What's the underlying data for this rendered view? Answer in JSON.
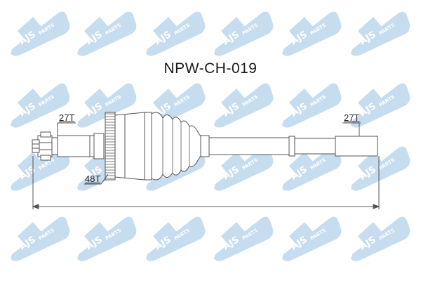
{
  "part_number": "NPW-CH-019",
  "labels": {
    "left_spline": "27T",
    "right_spline": "27T",
    "abs_ring": "48T"
  },
  "watermark": {
    "brand": "AJS",
    "suffix": "PARTS",
    "icon": "ajs-parts-logo-icon",
    "color": "#bcd6ec"
  },
  "colors": {
    "line": "#555555",
    "text": "#222222"
  }
}
